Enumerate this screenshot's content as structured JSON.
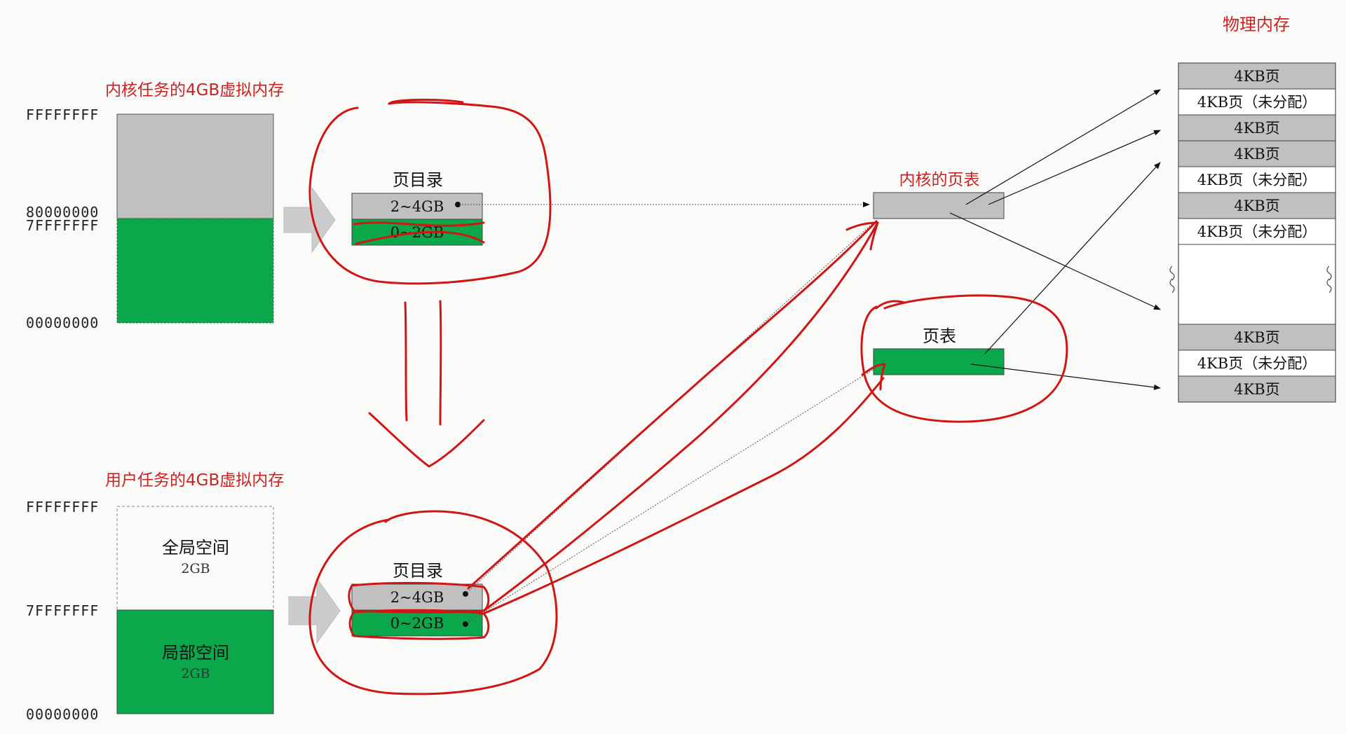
{
  "physical_memory": {
    "title": "物理内存",
    "pages": [
      "4KB页",
      "4KB页（未分配）",
      "4KB页",
      "4KB页",
      "4KB页（未分配）",
      "4KB页",
      "4KB页（未分配）"
    ],
    "pages_bottom": [
      "4KB页",
      "4KB页（未分配）",
      "4KB页"
    ]
  },
  "kernel_task": {
    "title": "内核任务的4GB虚拟内存",
    "addr_top": "FFFFFFFF",
    "addr_mid_high": "80000000",
    "addr_mid_low": "7FFFFFFF",
    "addr_bottom": "00000000"
  },
  "kernel_page_dir": {
    "title": "页目录",
    "high": "2~4GB",
    "low": "0~2GB"
  },
  "kernel_page_table": {
    "title": "内核的页表"
  },
  "page_table": {
    "title": "页表"
  },
  "user_task": {
    "title": "用户任务的4GB虚拟内存",
    "addr_top": "FFFFFFFF",
    "addr_mid": "7FFFFFFF",
    "addr_bottom": "00000000",
    "global_label": "全局空间",
    "global_size": "2GB",
    "local_label": "局部空间",
    "local_size": "2GB"
  },
  "user_page_dir": {
    "title": "页目录",
    "high": "2~4GB",
    "low": "0~2GB"
  },
  "colors": {
    "gray": "#c0c0c0",
    "green": "#0aa84a",
    "red": "#cc2222",
    "ink": "#d01515"
  }
}
